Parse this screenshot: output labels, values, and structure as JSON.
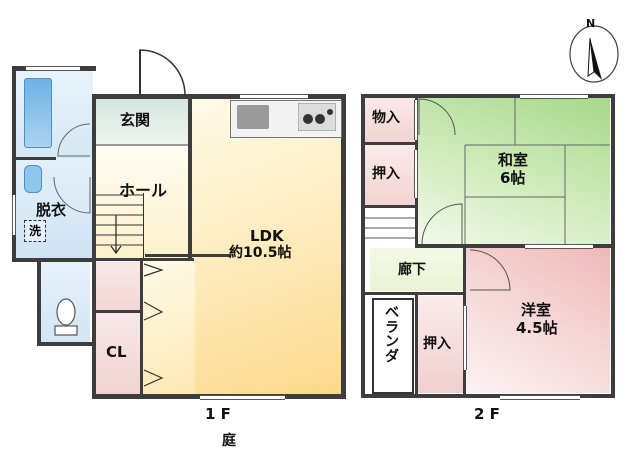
{
  "floor1": {
    "genkan": "玄関",
    "hall": "ホール",
    "datsui": "脱衣",
    "wash": "洗",
    "ldk_name": "LDK",
    "ldk_size": "約10.5帖",
    "cl": "CL",
    "floor_label": "1 F",
    "garden": "庭"
  },
  "floor2": {
    "monoire": "物入",
    "oshiire1": "押入",
    "washitsu_name": "和室",
    "washitsu_size": "6帖",
    "rouka": "廊下",
    "veranda": "ベランダ",
    "oshiire2": "押入",
    "youshitsu_name": "洋室",
    "youshitsu_size": "4.5帖",
    "floor_label": "2 F"
  },
  "compass": {
    "letter": "N",
    "icon": "north-arrow-icon"
  },
  "colors": {
    "ldk": "#fde7b0",
    "genkan": "#dde9e3",
    "water": "#cfe3f5",
    "washitsu": "#bfe2a8",
    "youshitsu": "#f4cfcf",
    "storage": "#f6dede",
    "corridor": "#eef6dd",
    "wall": "#3d3d3d"
  }
}
